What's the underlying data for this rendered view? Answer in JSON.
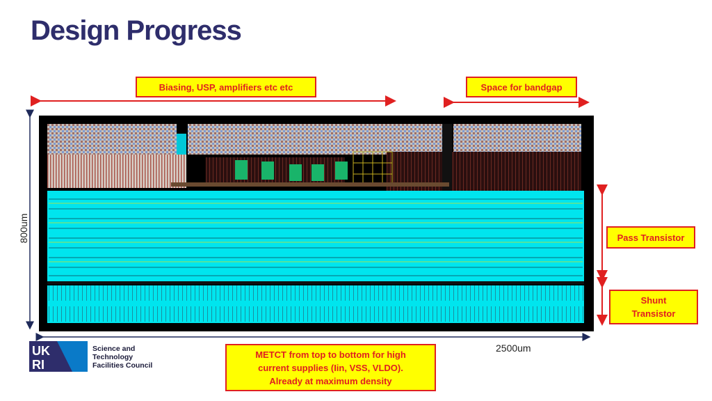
{
  "slide": {
    "title": "Design Progress"
  },
  "callouts": {
    "biasing": "Biasing, USP, amplifiers etc etc",
    "bandgap": "Space for bandgap",
    "pass": "Pass Transistor",
    "shunt_line1": "Shunt",
    "shunt_line2": "Transistor",
    "metct_line1": "METCT from top to bottom for high",
    "metct_line2": "current supplies (Iin, VSS, VLDO).",
    "metct_line3": "Already at maximum density"
  },
  "dimensions": {
    "height": "800um",
    "width": "2500um"
  },
  "logo": {
    "line1": "Science and",
    "line2": "Technology",
    "line3": "Facilities Council",
    "mark": "UKRI"
  },
  "colors": {
    "title": "#2e2d6b",
    "callout_fill": "#ffff00",
    "callout_border": "#e02020",
    "arrow_red": "#e02020",
    "arrow_navy": "#1f2a5a",
    "cyan_metal": "#00e5ee",
    "layout_bg": "#000000"
  }
}
